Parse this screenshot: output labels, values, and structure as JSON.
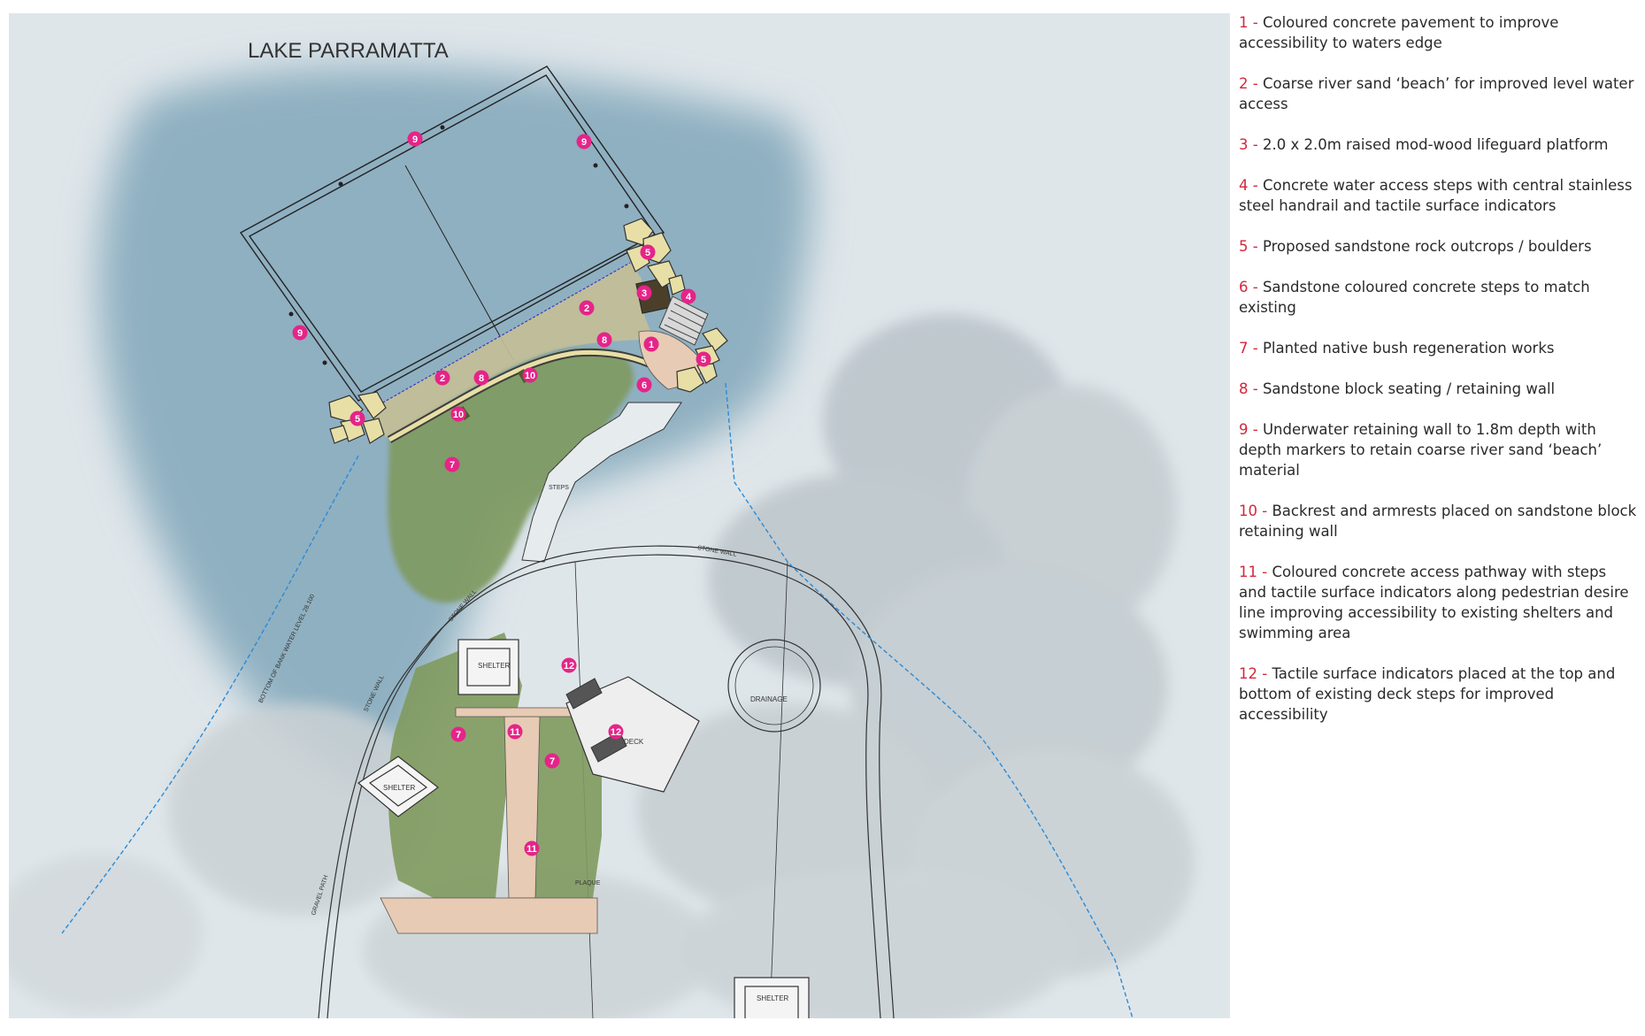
{
  "plan": {
    "lake_title": "LAKE PARRAMATTA",
    "labels": {
      "shelter": "SHELTER",
      "deck": "DECK",
      "drainage": "DRAINAGE",
      "steps": "STEPS",
      "stone_wall": "STONE WALL",
      "gravel_path": "GRAVEL PATH",
      "plaque": "PLAQUE",
      "bottom_of_bank": "BOTTOM OF BANK WATER LEVEL 28.100"
    },
    "markers": [
      "1",
      "2",
      "3",
      "4",
      "5",
      "6",
      "7",
      "8",
      "9",
      "10",
      "11",
      "12"
    ]
  },
  "legend": {
    "items": [
      {
        "num": "1",
        "text": "Coloured concrete pavement to improve accessibility to waters edge"
      },
      {
        "num": "2",
        "text": "Coarse river sand ‘beach’ for improved level water access"
      },
      {
        "num": "3",
        "text": "2.0 x 2.0m raised mod-wood lifeguard platform"
      },
      {
        "num": "4",
        "text": "Concrete water access steps with central stainless steel handrail and tactile surface indicators"
      },
      {
        "num": "5",
        "text": "Proposed sandstone rock outcrops / boulders"
      },
      {
        "num": "6",
        "text": "Sandstone coloured concrete steps to match existing"
      },
      {
        "num": "7",
        "text": "Planted native bush regeneration works"
      },
      {
        "num": "8",
        "text": "Sandstone block seating / retaining wall"
      },
      {
        "num": "9",
        "text": "Underwater retaining wall to 1.8m depth with depth markers to retain coarse river sand ‘beach’ material"
      },
      {
        "num": "10",
        "text": "Backrest and armrests placed on sandstone block retaining wall"
      },
      {
        "num": "11",
        "text": "Coloured concrete access pathway with steps and tactile surface indicators along pedestrian desire line improving accessibility to existing shelters and swimming area"
      },
      {
        "num": "12",
        "text": "Tactile surface indicators placed at the top and bottom of existing deck steps for improved accessibility"
      }
    ]
  },
  "colors": {
    "marker": "#e52489",
    "legend_number": "#d2283c",
    "water": "#8eacbc",
    "grass": "#7f9a5e",
    "sand": "#c2bc96",
    "boulder": "#e8dfa6",
    "paving": "#e8cbb4"
  }
}
